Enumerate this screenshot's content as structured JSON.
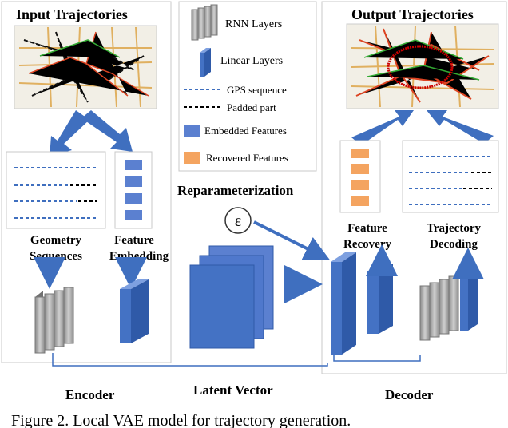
{
  "encoder": {
    "title": "Input Trajectories",
    "geometry_label_1": "Geometry",
    "geometry_label_2": "Sequences",
    "feature_label_1": "Feature",
    "feature_label_2": "Embedding",
    "label": "Encoder"
  },
  "decoder": {
    "title": "Output Trajectories",
    "recovery_label_1": "Feature",
    "recovery_label_2": "Recovery",
    "decoding_label_1": "Trajectory",
    "decoding_label_2": "Decoding",
    "label": "Decoder"
  },
  "legend": {
    "rnn": "RNN Layers",
    "linear": "Linear Layers",
    "gps": "GPS sequence",
    "padded": "Padded part",
    "embedded": "Embedded Features",
    "recovered": "Recovered Features"
  },
  "middle": {
    "reparam": "Reparameterization",
    "epsilon": "ε",
    "latent": "Latent Vector"
  },
  "caption": "Figure 2. Local VAE model for trajectory generation.",
  "colors": {
    "arrow": "#3f6fbf",
    "blue_box": "#4472c4",
    "embedded": "#5b80d0",
    "recovered": "#f4a460",
    "rnn_gray": "#a6a6a6",
    "panel_border": "#c8c8c8"
  }
}
